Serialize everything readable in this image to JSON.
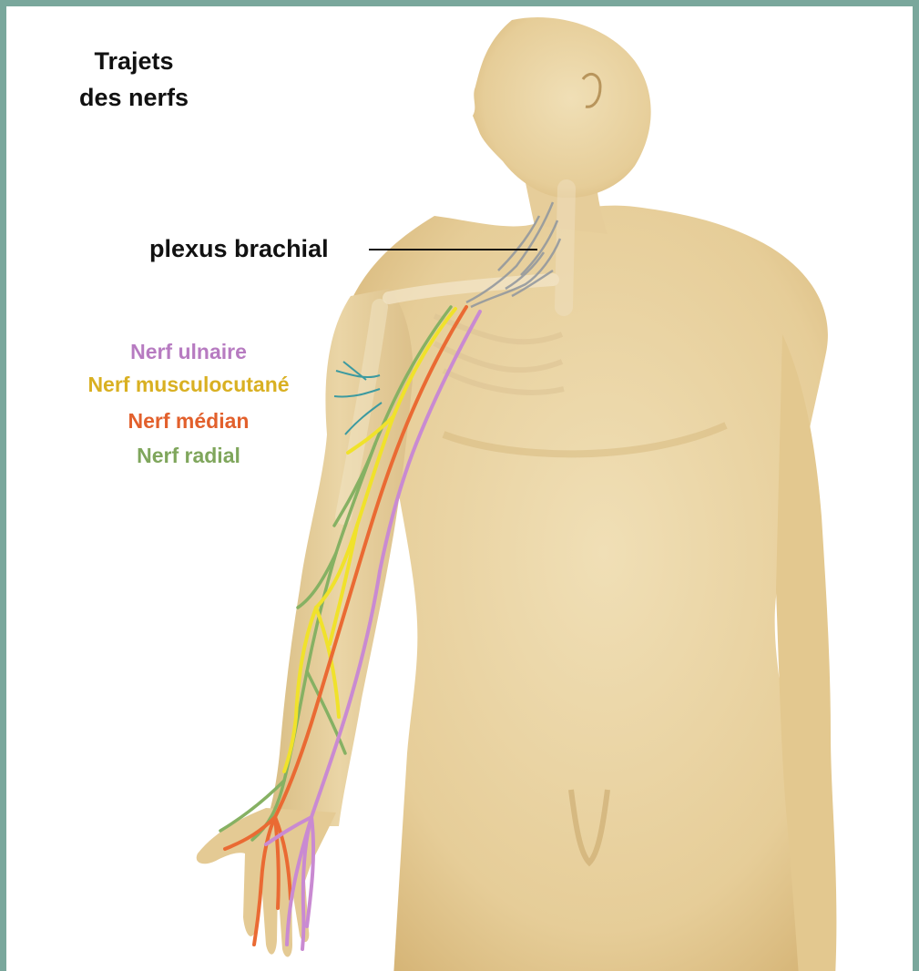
{
  "title": {
    "line1": "Trajets",
    "line2": "des nerfs"
  },
  "callout": {
    "label": "plexus brachial"
  },
  "legend": [
    {
      "label": "Nerf ulnaire",
      "color": "#b77bc1"
    },
    {
      "label": "Nerf musculocutané",
      "color": "#d9b022"
    },
    {
      "label": "Nerf médian",
      "color": "#e2602c"
    },
    {
      "label": "Nerf radial",
      "color": "#7fa65c"
    }
  ],
  "colors": {
    "frame": "#7aa79c",
    "skin": "#e8d2a2",
    "skin_shadow": "#d7b97e",
    "ulnar": "#c98ad2",
    "musculocutaneous": "#f0e22b",
    "median": "#ea6a33",
    "radial": "#86b163",
    "plexus": "#8f969e",
    "cutaneous_branch": "#3c9aa0"
  }
}
